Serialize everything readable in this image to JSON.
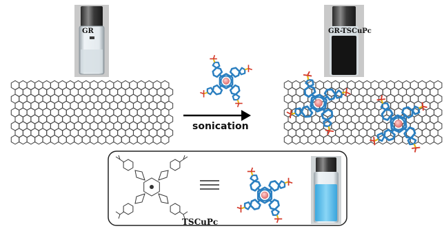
{
  "labels": {
    "vial_gr": "GR",
    "vial_gr_tscupc": "GR-TSCuPc",
    "arrow": "sonication",
    "compound": "TSCuPc"
  },
  "colors": {
    "lattice": "#4a4a4a",
    "phthalocyanine": "#2b7fc0",
    "copper_center": "#e98a8a",
    "sulfonate_S": "#e3b511",
    "sulfonate_O": "#d43a2a",
    "solution_blue": "#5fc2ee",
    "solution_black": "#141414",
    "solution_clear": "#d9e2e8"
  }
}
